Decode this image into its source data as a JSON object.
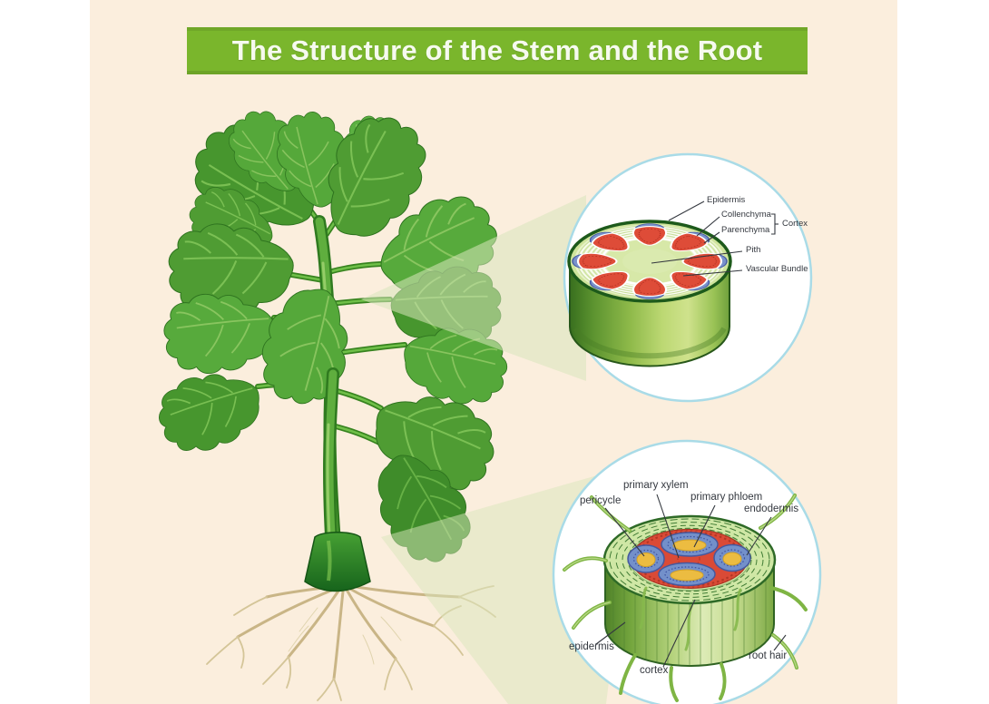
{
  "title_banner": {
    "text": "The Structure of the Stem and the Root"
  },
  "stem_diagram": {
    "labels": {
      "epidermis": "Epidermis",
      "collenchyma": "Collenchyma",
      "parenchyma": "Parenchyma",
      "cortex": "Cortex",
      "pith": "Pith",
      "vascular_bundle": "Vascular Bundle"
    }
  },
  "root_diagram": {
    "labels": {
      "pericycle": "pericycle",
      "primary_xylem": "primary xylem",
      "primary_phloem": "primary phloem",
      "endodermis": "endodermis",
      "epidermis": "epidermis",
      "cortex": "cortex",
      "root_hair": "root hair"
    }
  },
  "colors": {
    "page_margin": "#ffffff",
    "background": "#fbeedd",
    "banner_green": "#7ab62c",
    "banner_text": "#f6faef",
    "magnifier_circle_stroke": "#a9dbe7",
    "label_text": "#34383f",
    "leaf_green": "#4f9c33",
    "xylem_red": "#da4a36",
    "phloem_blue": "#7390ca",
    "xylem_yellow": "#ecbc41",
    "root_tan": "#c9b586"
  }
}
